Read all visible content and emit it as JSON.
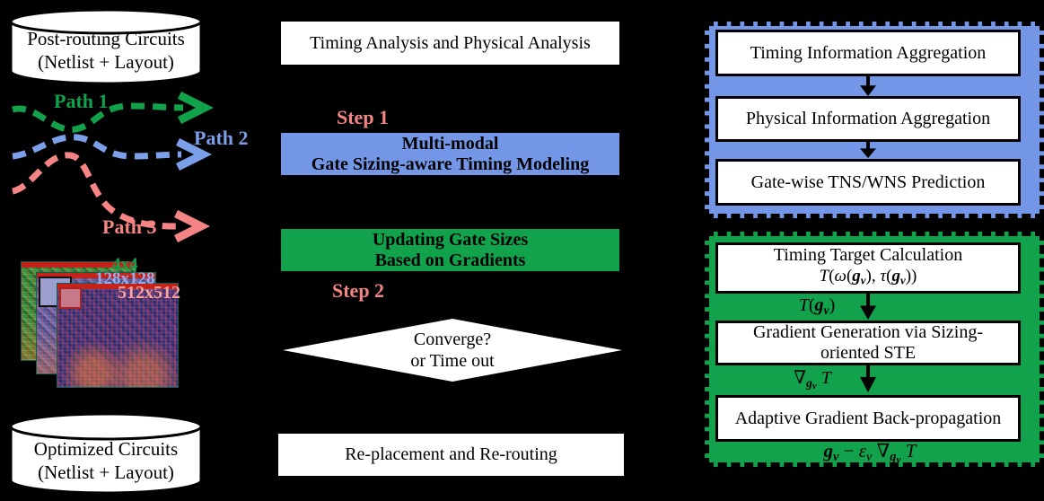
{
  "colors": {
    "blue": "#7397E6",
    "green": "#12A24B",
    "pink": "#F58585",
    "pathblue": "#7B9FE8",
    "periwinkle": "#98ACEC",
    "salmon": "#F9A0A0"
  },
  "left": {
    "input_db": {
      "line1": "Post-routing Circuits",
      "line2": "(Netlist + Layout)"
    },
    "paths": [
      {
        "label": "Path 1"
      },
      {
        "label": "Path 2"
      },
      {
        "label": "Path 3"
      }
    ],
    "layers": [
      {
        "label": "4x4"
      },
      {
        "label": "128x128"
      },
      {
        "label": "512x512"
      }
    ],
    "output_db": {
      "line1": "Optimized Circuits",
      "line2": "(Netlist + Layout)"
    }
  },
  "middle": {
    "analysis_box": "Timing Analysis and Physical Analysis",
    "step1": "Step 1",
    "modeling_box": {
      "line1": "Multi-modal",
      "line2": "Gate Sizing-aware Timing Modeling"
    },
    "update_box": {
      "line1": "Updating Gate Sizes",
      "line2": "Based on Gradients"
    },
    "step2": "Step 2",
    "decision": {
      "line1": "Converge?",
      "line2": "or Time out"
    },
    "replace_box": "Re-placement and Re-routing"
  },
  "right": {
    "model_stages": [
      "Timing Information Aggregation",
      "Physical Information Aggregation",
      "Gate-wise TNS/WNS Prediction"
    ],
    "opt_stage1_line1": "Timing Target Calculation",
    "opt_stage2_line1": "Gradient Generation via Sizing-",
    "opt_stage2_line2": "oriented STE",
    "opt_stage3": "Adaptive Gradient Back-propagation",
    "formulas": {
      "f_target": [
        {
          "t": "T",
          "c": "it"
        },
        {
          "t": "(",
          "c": ""
        },
        {
          "t": "ω",
          "c": "it"
        },
        {
          "t": "(",
          "c": ""
        },
        {
          "t": "g",
          "c": "bi"
        },
        {
          "t": "v",
          "c": "bi sub"
        },
        {
          "t": "), ",
          "c": ""
        },
        {
          "t": "τ",
          "c": "it"
        },
        {
          "t": "(",
          "c": ""
        },
        {
          "t": "g",
          "c": "bi"
        },
        {
          "t": "v",
          "c": "bi sub"
        },
        {
          "t": "))",
          "c": ""
        }
      ],
      "f_tgv": [
        {
          "t": "T",
          "c": "it"
        },
        {
          "t": "(",
          "c": ""
        },
        {
          "t": "g",
          "c": "bi"
        },
        {
          "t": "v",
          "c": "bi sub"
        },
        {
          "t": ")",
          "c": ""
        }
      ],
      "f_grad": [
        {
          "t": "∇",
          "c": ""
        },
        {
          "t": "g",
          "c": "bi sub"
        },
        {
          "t": "v",
          "c": "bi sub2"
        },
        {
          "t": " T",
          "c": "it"
        }
      ],
      "f_update": [
        {
          "t": "g",
          "c": "bi"
        },
        {
          "t": "v",
          "c": "bi sub"
        },
        {
          "t": " − ",
          "c": ""
        },
        {
          "t": "ε",
          "c": "it"
        },
        {
          "t": "v",
          "c": "it sub"
        },
        {
          "t": " ∇",
          "c": ""
        },
        {
          "t": "g",
          "c": "bi sub"
        },
        {
          "t": "v",
          "c": "bi sub2"
        },
        {
          "t": " T",
          "c": "it"
        }
      ]
    }
  }
}
